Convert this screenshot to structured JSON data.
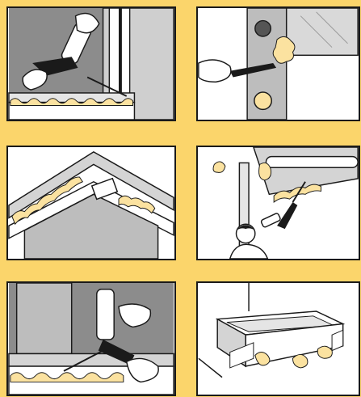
{
  "colors": {
    "background": "#fbd56b",
    "foam": "#fbe2a0",
    "outline": "#1a1a1a",
    "wall_gray": "#8c8c8c",
    "light_gray": "#d4d4d4"
  },
  "panels": [
    {
      "scene": "foam-gun-window-frame-sealing"
    },
    {
      "scene": "knife-trimming-cured-foam"
    },
    {
      "scene": "foam-filled-roof-rafter-joint"
    },
    {
      "scene": "worker-foaming-pipe-penetrations"
    },
    {
      "scene": "foam-gun-sealing-frame-gap"
    },
    {
      "scene": "bathtub-tile-foam-support"
    }
  ]
}
